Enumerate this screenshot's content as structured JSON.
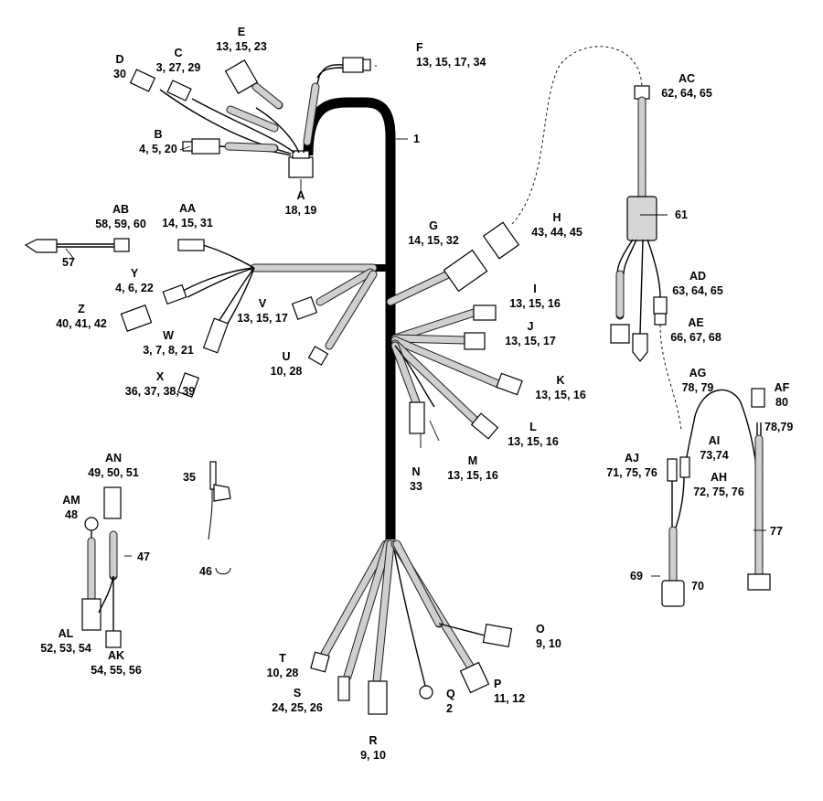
{
  "callouts": [
    {
      "id": "1",
      "letter": "",
      "parts": "1"
    },
    {
      "id": "A",
      "letter": "A",
      "parts": "18, 19"
    },
    {
      "id": "B",
      "letter": "B",
      "parts": "4, 5, 20"
    },
    {
      "id": "C",
      "letter": "C",
      "parts": "3, 27, 29"
    },
    {
      "id": "D",
      "letter": "D",
      "parts": "30"
    },
    {
      "id": "E",
      "letter": "E",
      "parts": "13, 15, 23"
    },
    {
      "id": "F",
      "letter": "F",
      "parts": "13, 15, 17, 34"
    },
    {
      "id": "G",
      "letter": "G",
      "parts": "14, 15, 32"
    },
    {
      "id": "H",
      "letter": "H",
      "parts": "43, 44, 45"
    },
    {
      "id": "I",
      "letter": "I",
      "parts": "13, 15, 16"
    },
    {
      "id": "J",
      "letter": "J",
      "parts": "13, 15, 17"
    },
    {
      "id": "K",
      "letter": "K",
      "parts": "13, 15, 16"
    },
    {
      "id": "L",
      "letter": "L",
      "parts": "13, 15, 16"
    },
    {
      "id": "M",
      "letter": "M",
      "parts": "13, 15, 16"
    },
    {
      "id": "N",
      "letter": "N",
      "parts": "33"
    },
    {
      "id": "O",
      "letter": "O",
      "parts": "9, 10"
    },
    {
      "id": "P",
      "letter": "P",
      "parts": "11, 12"
    },
    {
      "id": "Q",
      "letter": "Q",
      "parts": "2"
    },
    {
      "id": "R",
      "letter": "R",
      "parts": "9, 10"
    },
    {
      "id": "S",
      "letter": "S",
      "parts": "24, 25, 26"
    },
    {
      "id": "T",
      "letter": "T",
      "parts": "10, 28"
    },
    {
      "id": "U",
      "letter": "U",
      "parts": "10, 28"
    },
    {
      "id": "V",
      "letter": "V",
      "parts": "13, 15, 17"
    },
    {
      "id": "W",
      "letter": "W",
      "parts": "3, 7, 8, 21"
    },
    {
      "id": "X",
      "letter": "X",
      "parts": "36, 37, 38, 39"
    },
    {
      "id": "Y",
      "letter": "Y",
      "parts": "4, 6, 22"
    },
    {
      "id": "Z",
      "letter": "Z",
      "parts": "40, 41, 42"
    },
    {
      "id": "AA",
      "letter": "AA",
      "parts": "14, 15, 31"
    },
    {
      "id": "AB",
      "letter": "AB",
      "parts": "58, 59, 60"
    },
    {
      "id": "57",
      "letter": "",
      "parts": "57"
    },
    {
      "id": "AC",
      "letter": "AC",
      "parts": "62, 64, 65"
    },
    {
      "id": "61",
      "letter": "",
      "parts": "61"
    },
    {
      "id": "AD",
      "letter": "AD",
      "parts": "63, 64, 65"
    },
    {
      "id": "AE",
      "letter": "AE",
      "parts": "66, 67, 68"
    },
    {
      "id": "AG",
      "letter": "AG",
      "parts": "78, 79"
    },
    {
      "id": "AF",
      "letter": "AF",
      "parts": "80"
    },
    {
      "id": "78_79",
      "letter": "",
      "parts": "78,79"
    },
    {
      "id": "AI",
      "letter": "AI",
      "parts": "73,74"
    },
    {
      "id": "AJ",
      "letter": "AJ",
      "parts": "71, 75, 76"
    },
    {
      "id": "AH",
      "letter": "AH",
      "parts": "72, 75, 76"
    },
    {
      "id": "77",
      "letter": "",
      "parts": "77"
    },
    {
      "id": "69",
      "letter": "",
      "parts": "69"
    },
    {
      "id": "70",
      "letter": "",
      "parts": "70"
    },
    {
      "id": "AN",
      "letter": "AN",
      "parts": "49, 50, 51"
    },
    {
      "id": "AM",
      "letter": "AM",
      "parts": "48"
    },
    {
      "id": "47",
      "letter": "",
      "parts": "47"
    },
    {
      "id": "AL",
      "letter": "AL",
      "parts": "52, 53, 54"
    },
    {
      "id": "AK",
      "letter": "AK",
      "parts": "54, 55, 56"
    },
    {
      "id": "35",
      "letter": "",
      "parts": "35"
    },
    {
      "id": "46",
      "letter": "",
      "parts": "46"
    }
  ]
}
